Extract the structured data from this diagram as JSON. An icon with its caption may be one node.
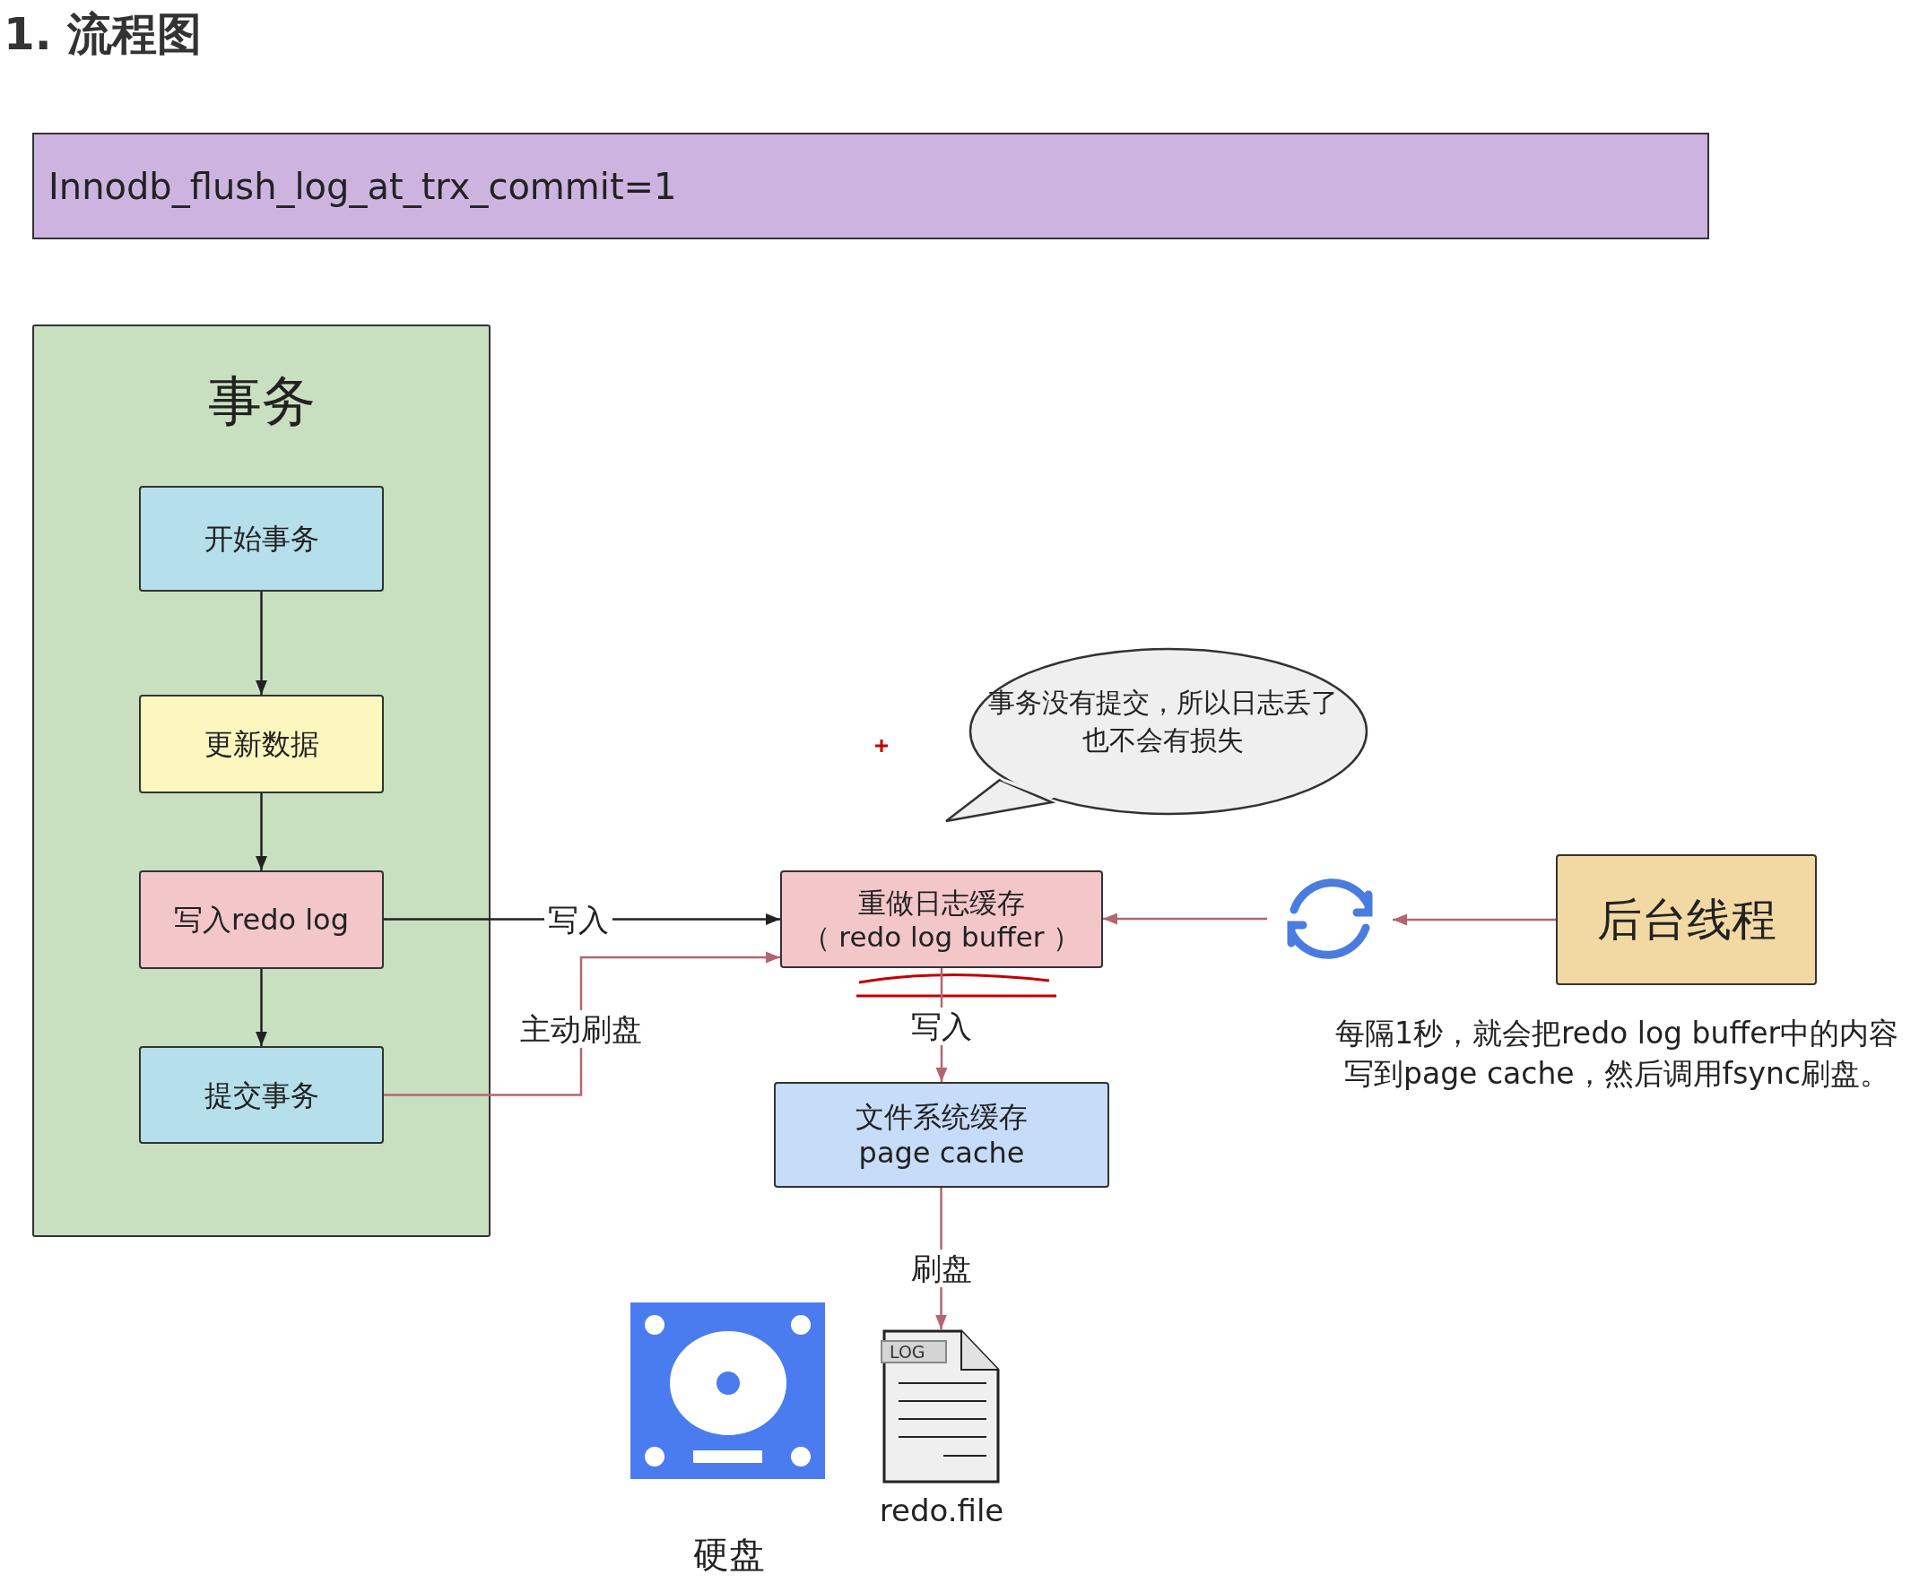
{
  "diagram": {
    "title": "1. 流程图",
    "nodes": [
      {
        "text": [
          "Innodb_flush_log_at_trx_commit=1"
        ]
      },
      {
        "text": [
          "事务"
        ]
      },
      {
        "text": [
          "开始事务"
        ],
        "in": 1
      },
      {
        "text": [
          "更新数据"
        ],
        "in": 1
      },
      {
        "text": [
          "写入redo log"
        ],
        "in": 1
      },
      {
        "text": [
          "提交事务"
        ],
        "in": 1
      },
      {
        "text": [
          "事务没有提交，所以日志丢了也不会有损失"
        ]
      },
      {
        "text": [
          "重做日志缓存",
          "（ redo log buffer ）"
        ]
      },
      {
        "text": [],
        "shape": "circle"
      },
      {
        "text": [
          "后台线程"
        ]
      },
      {
        "text": [
          "文件系统缓存",
          "page cache"
        ]
      },
      {
        "text": [
          "LOG"
        ],
        "beside": [
          "redo.file"
        ]
      }
    ],
    "edges": [
      {
        "from": 2,
        "to": 3,
        "arrow": "to",
        "color": "#222222"
      },
      {
        "from": 3,
        "to": 4,
        "arrow": "to",
        "color": "#222222"
      },
      {
        "from": 4,
        "to": 5,
        "arrow": "to",
        "color": "#222222"
      },
      {
        "from": 4,
        "to": 7,
        "arrow": "to",
        "label": "写入",
        "color": "#222222"
      },
      {
        "from": 5,
        "to": 7,
        "arrow": "to",
        "label": "主动刷盘",
        "color": "#b5656f"
      },
      {
        "from": 7,
        "to": 10,
        "arrow": "to",
        "label": "写入",
        "color": "#b5656f"
      },
      {
        "from": 8,
        "to": 7,
        "arrow": "to",
        "color": "#b5656f"
      },
      {
        "from": 9,
        "to": 8,
        "arrow": "to",
        "color": "#b5656f"
      },
      {
        "from": 10,
        "to": 11,
        "arrow": "to",
        "label": "刷盘",
        "color": "#b5656f"
      }
    ],
    "labels": [
      "每隔1秒，就会把redo log buffer中的内容写到page cache，然后调用fsync刷盘。",
      "硬盘"
    ]
  }
}
